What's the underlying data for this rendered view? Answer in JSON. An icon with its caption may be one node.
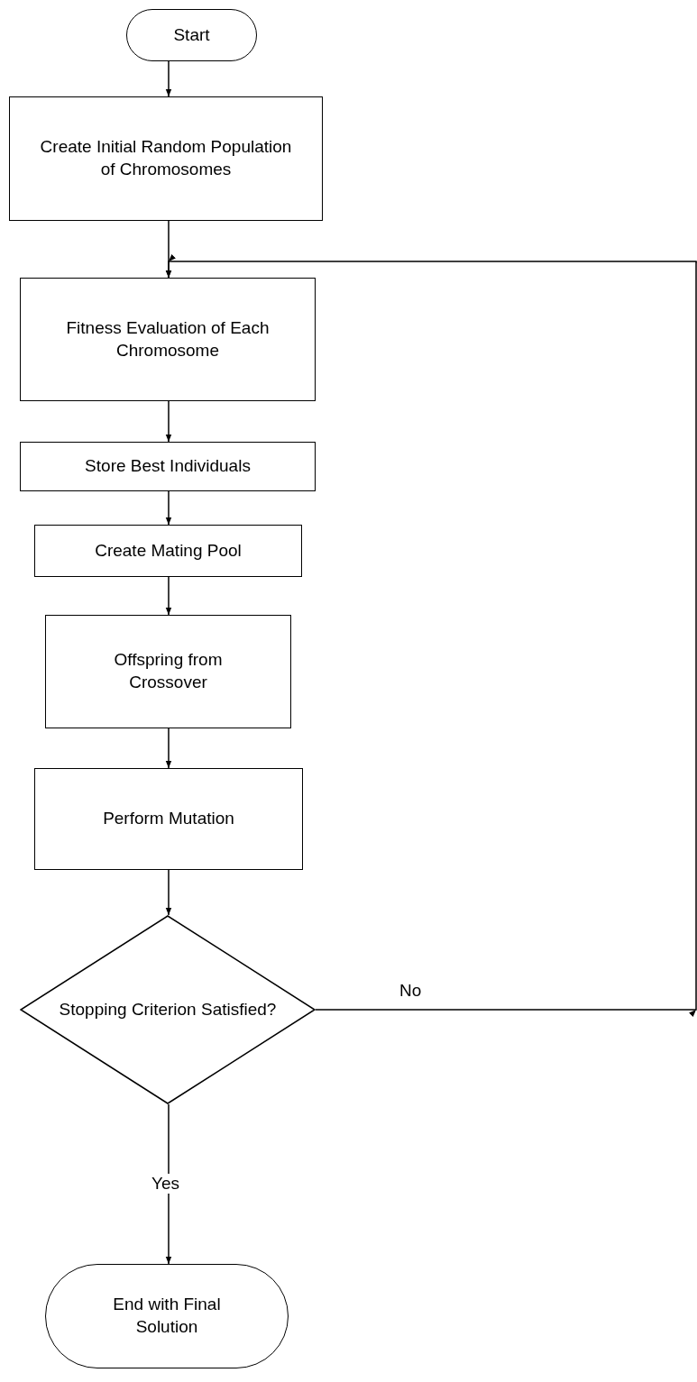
{
  "diagram": {
    "nodes": [
      {
        "text": [
          "Start"
        ]
      },
      {
        "text": [
          "Create Initial Random Population of Chromosomes"
        ]
      },
      {
        "text": [
          "Fitness Evaluation of Each Chromosome"
        ]
      },
      {
        "text": [
          "Store Best Individuals"
        ]
      },
      {
        "text": [
          "Create Mating Pool"
        ]
      },
      {
        "text": [
          "Offspring from Crossover"
        ]
      },
      {
        "text": [
          "Perform Mutation"
        ]
      },
      {
        "text": [
          "Stopping Criterion Satisfied?"
        ]
      },
      {
        "text": [
          "End with Final Solution"
        ]
      }
    ],
    "edges": [
      {
        "from": 0,
        "to": 1,
        "arrow": "to"
      },
      {
        "from": 1,
        "to": 2,
        "arrow": "to"
      },
      {
        "from": 2,
        "to": 3,
        "arrow": "to"
      },
      {
        "from": 3,
        "to": 4,
        "arrow": "to"
      },
      {
        "from": 4,
        "to": 5,
        "arrow": "to"
      },
      {
        "from": 5,
        "to": 6,
        "arrow": "to"
      },
      {
        "from": 6,
        "to": 7,
        "arrow": "to"
      },
      {
        "from": 7,
        "to": 2,
        "arrow": "to",
        "label": "No"
      },
      {
        "from": 7,
        "to": 8,
        "arrow": "to",
        "label": "Yes"
      }
    ]
  }
}
